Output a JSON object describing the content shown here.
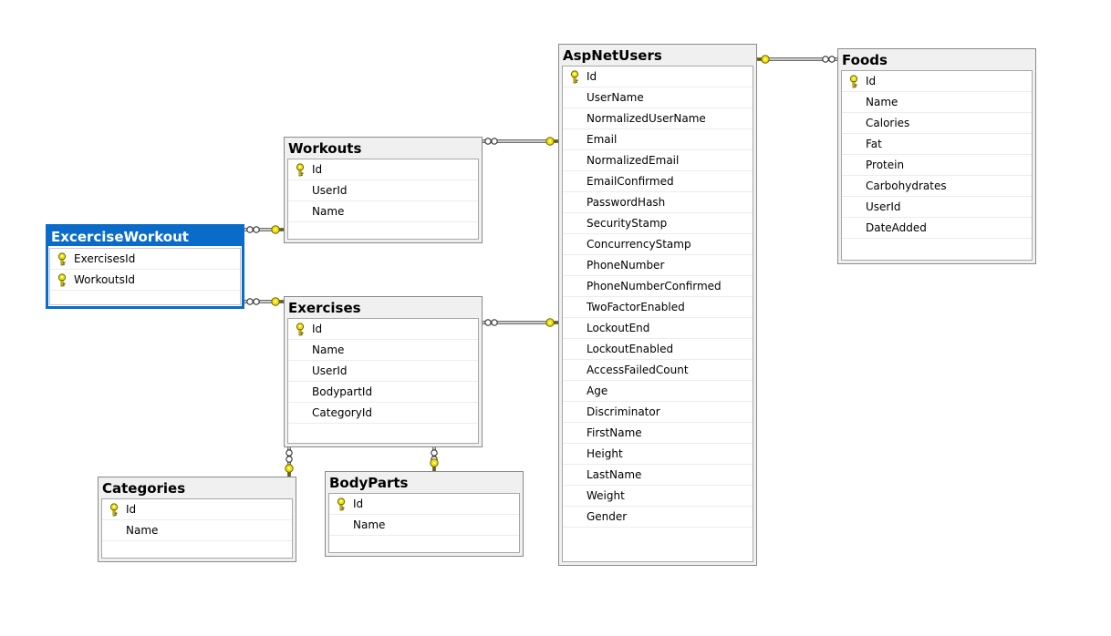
{
  "tables": [
    {
      "id": "aspnetusers",
      "title": "AspNetUsers",
      "selected": false,
      "rows": [
        {
          "name": "Id",
          "pk": true
        },
        {
          "name": "UserName"
        },
        {
          "name": "NormalizedUserName"
        },
        {
          "name": "Email"
        },
        {
          "name": "NormalizedEmail"
        },
        {
          "name": "EmailConfirmed"
        },
        {
          "name": "PasswordHash"
        },
        {
          "name": "SecurityStamp"
        },
        {
          "name": "ConcurrencyStamp"
        },
        {
          "name": "PhoneNumber"
        },
        {
          "name": "PhoneNumberConfirmed"
        },
        {
          "name": "TwoFactorEnabled"
        },
        {
          "name": "LockoutEnd"
        },
        {
          "name": "LockoutEnabled"
        },
        {
          "name": "AccessFailedCount"
        },
        {
          "name": "Age"
        },
        {
          "name": "Discriminator"
        },
        {
          "name": "FirstName"
        },
        {
          "name": "Height"
        },
        {
          "name": "LastName"
        },
        {
          "name": "Weight"
        },
        {
          "name": "Gender"
        }
      ]
    },
    {
      "id": "foods",
      "title": "Foods",
      "selected": false,
      "rows": [
        {
          "name": "Id",
          "pk": true
        },
        {
          "name": "Name"
        },
        {
          "name": "Calories"
        },
        {
          "name": "Fat"
        },
        {
          "name": "Protein"
        },
        {
          "name": "Carbohydrates"
        },
        {
          "name": "UserId"
        },
        {
          "name": "DateAdded"
        }
      ]
    },
    {
      "id": "workouts",
      "title": "Workouts",
      "selected": false,
      "rows": [
        {
          "name": "Id",
          "pk": true
        },
        {
          "name": "UserId"
        },
        {
          "name": "Name"
        }
      ]
    },
    {
      "id": "excerciseworkout",
      "title": "ExcerciseWorkout",
      "selected": true,
      "rows": [
        {
          "name": "ExercisesId",
          "pk": true
        },
        {
          "name": "WorkoutsId",
          "pk": true
        }
      ]
    },
    {
      "id": "exercises",
      "title": "Exercises",
      "selected": false,
      "rows": [
        {
          "name": "Id",
          "pk": true
        },
        {
          "name": "Name"
        },
        {
          "name": "UserId"
        },
        {
          "name": "BodypartId"
        },
        {
          "name": "CategoryId"
        }
      ]
    },
    {
      "id": "categories",
      "title": "Categories",
      "selected": false,
      "rows": [
        {
          "name": "Id",
          "pk": true
        },
        {
          "name": "Name"
        }
      ]
    },
    {
      "id": "bodyparts",
      "title": "BodyParts",
      "selected": false,
      "rows": [
        {
          "name": "Id",
          "pk": true
        },
        {
          "name": "Name"
        }
      ]
    }
  ],
  "relationships": [
    {
      "many": "foods",
      "one": "aspnetusers"
    },
    {
      "many": "workouts",
      "one": "aspnetusers"
    },
    {
      "many": "exercises",
      "one": "aspnetusers"
    },
    {
      "many": "excerciseworkout",
      "one": "workouts"
    },
    {
      "many": "excerciseworkout",
      "one": "exercises"
    },
    {
      "many": "exercises",
      "one": "categories"
    },
    {
      "many": "exercises",
      "one": "bodyparts"
    }
  ],
  "colors": {
    "selected": "#0a6cc8",
    "key": "#f2e100",
    "line": "#808080"
  }
}
